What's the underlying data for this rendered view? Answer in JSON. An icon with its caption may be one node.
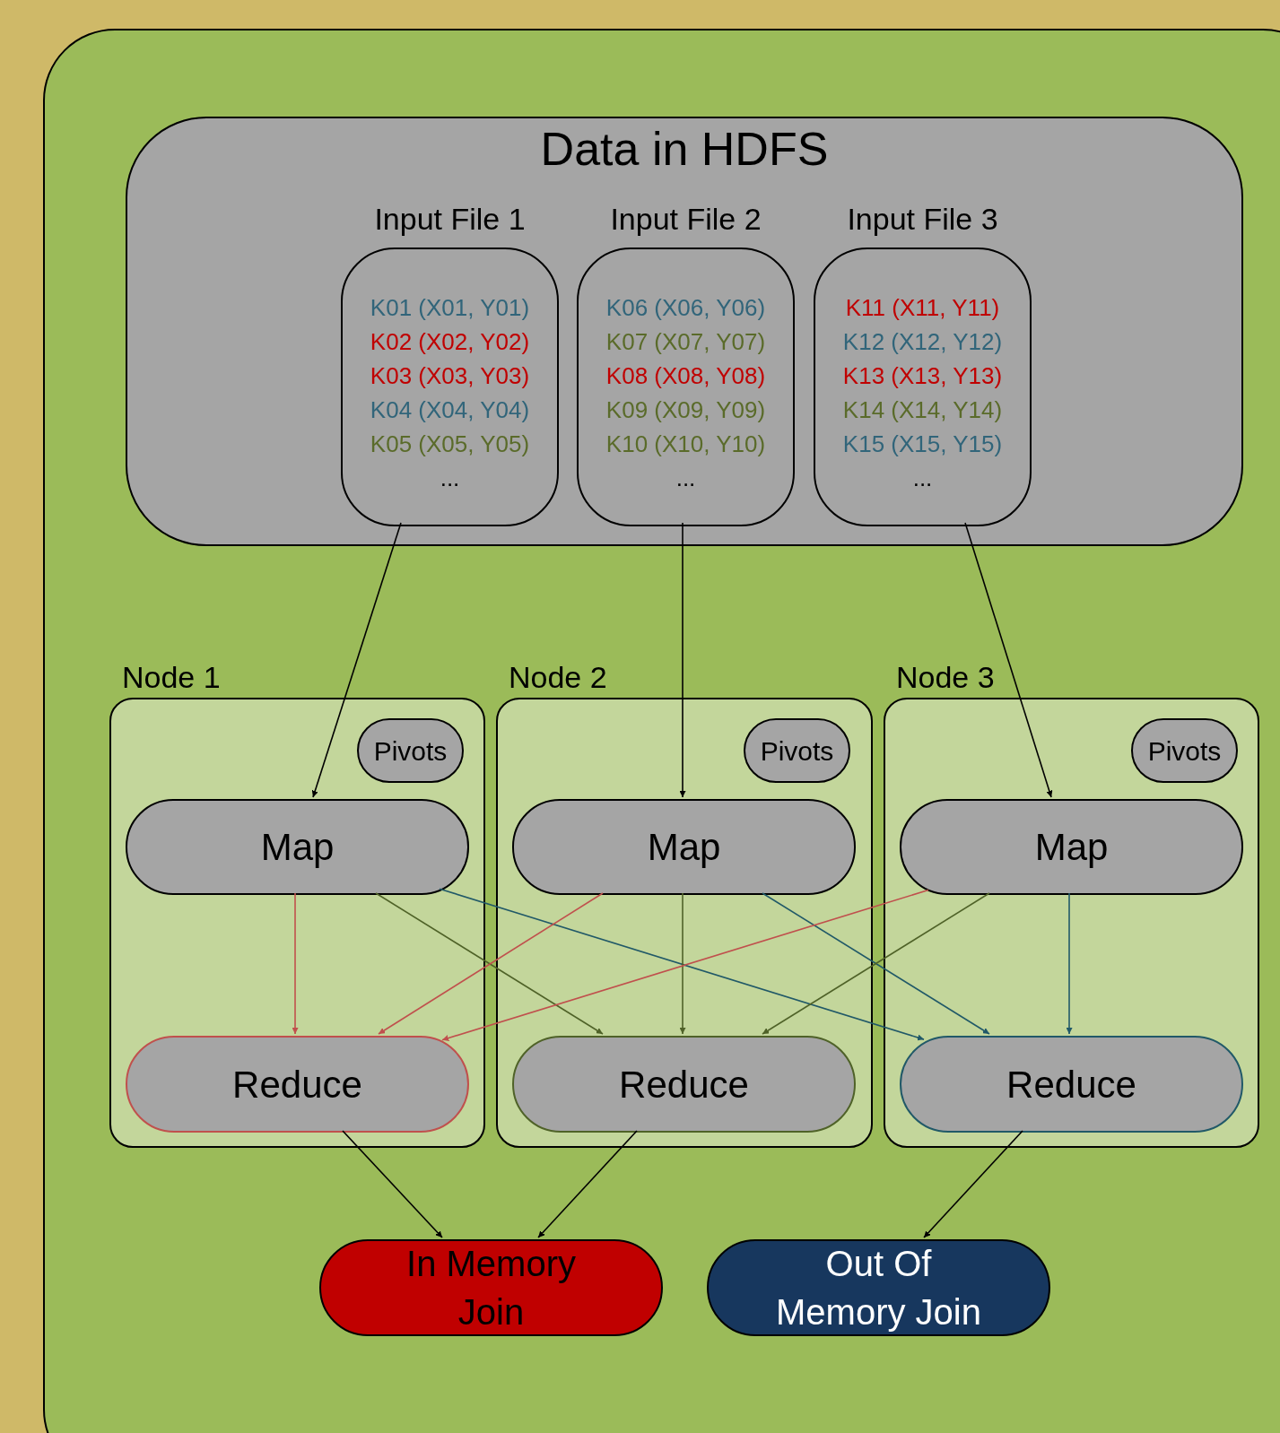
{
  "diagram": {
    "nodes": [
      {
        "text": [],
        "shape": "box"
      },
      {
        "text": [
          "Data in HDFS"
        ],
        "in": 0
      },
      {
        "text": [
          "Input File 1",
          "K01 (X01, Y01)",
          "K02 (X02, Y02)",
          "K03 (X03, Y03)",
          "K04 (X04, Y04)",
          "K05 (X05, Y05)",
          "..."
        ],
        "in": 1
      },
      {
        "text": [
          "Input File 2",
          "K06 (X06, Y06)",
          "K07 (X07, Y07)",
          "K08 (X08, Y08)",
          "K09 (X09, Y09)",
          "K10 (X10, Y10)",
          "..."
        ],
        "in": 1
      },
      {
        "text": [
          "Input File 3",
          "K11 (X11, Y11)",
          "K12 (X12, Y12)",
          "K13 (X13, Y13)",
          "K14 (X14, Y14)",
          "K15 (X15, Y15)",
          "..."
        ],
        "in": 1
      },
      {
        "text": [
          "Node 1"
        ],
        "in": 0
      },
      {
        "text": [
          "Pivots"
        ],
        "in": 5
      },
      {
        "text": [
          "Map"
        ],
        "in": 5
      },
      {
        "text": [
          "Reduce"
        ],
        "in": 5
      },
      {
        "text": [
          "Node 2"
        ],
        "in": 0
      },
      {
        "text": [
          "Pivots"
        ],
        "in": 9
      },
      {
        "text": [
          "Map"
        ],
        "in": 9
      },
      {
        "text": [
          "Reduce"
        ],
        "in": 9
      },
      {
        "text": [
          "Node 3"
        ],
        "in": 0
      },
      {
        "text": [
          "Pivots"
        ],
        "in": 13
      },
      {
        "text": [
          "Map"
        ],
        "in": 13
      },
      {
        "text": [
          "Reduce"
        ],
        "in": 13
      },
      {
        "text": [
          "In Memory Join"
        ],
        "in": 0
      },
      {
        "text": [
          "Out Of Memory Join"
        ],
        "in": 0
      }
    ],
    "edges": [
      {
        "from": 2,
        "to": 7,
        "arrow": "to"
      },
      {
        "from": 3,
        "to": 11,
        "arrow": "to"
      },
      {
        "from": 4,
        "to": 15,
        "arrow": "to"
      },
      {
        "from": 7,
        "to": 8,
        "arrow": "to",
        "color": "#c0504d"
      },
      {
        "from": 7,
        "to": 12,
        "arrow": "to",
        "color": "#4f6228"
      },
      {
        "from": 7,
        "to": 16,
        "arrow": "to",
        "color": "#215968"
      },
      {
        "from": 11,
        "to": 8,
        "arrow": "to",
        "color": "#c0504d"
      },
      {
        "from": 11,
        "to": 12,
        "arrow": "to",
        "color": "#4f6228"
      },
      {
        "from": 11,
        "to": 16,
        "arrow": "to",
        "color": "#215968"
      },
      {
        "from": 15,
        "to": 8,
        "arrow": "to",
        "color": "#c0504d"
      },
      {
        "from": 15,
        "to": 12,
        "arrow": "to",
        "color": "#4f6228"
      },
      {
        "from": 15,
        "to": 16,
        "arrow": "to",
        "color": "#215968"
      },
      {
        "from": 8,
        "to": 17,
        "arrow": "to"
      },
      {
        "from": 12,
        "to": 17,
        "arrow": "to"
      },
      {
        "from": 16,
        "to": 18,
        "arrow": "to"
      }
    ]
  }
}
